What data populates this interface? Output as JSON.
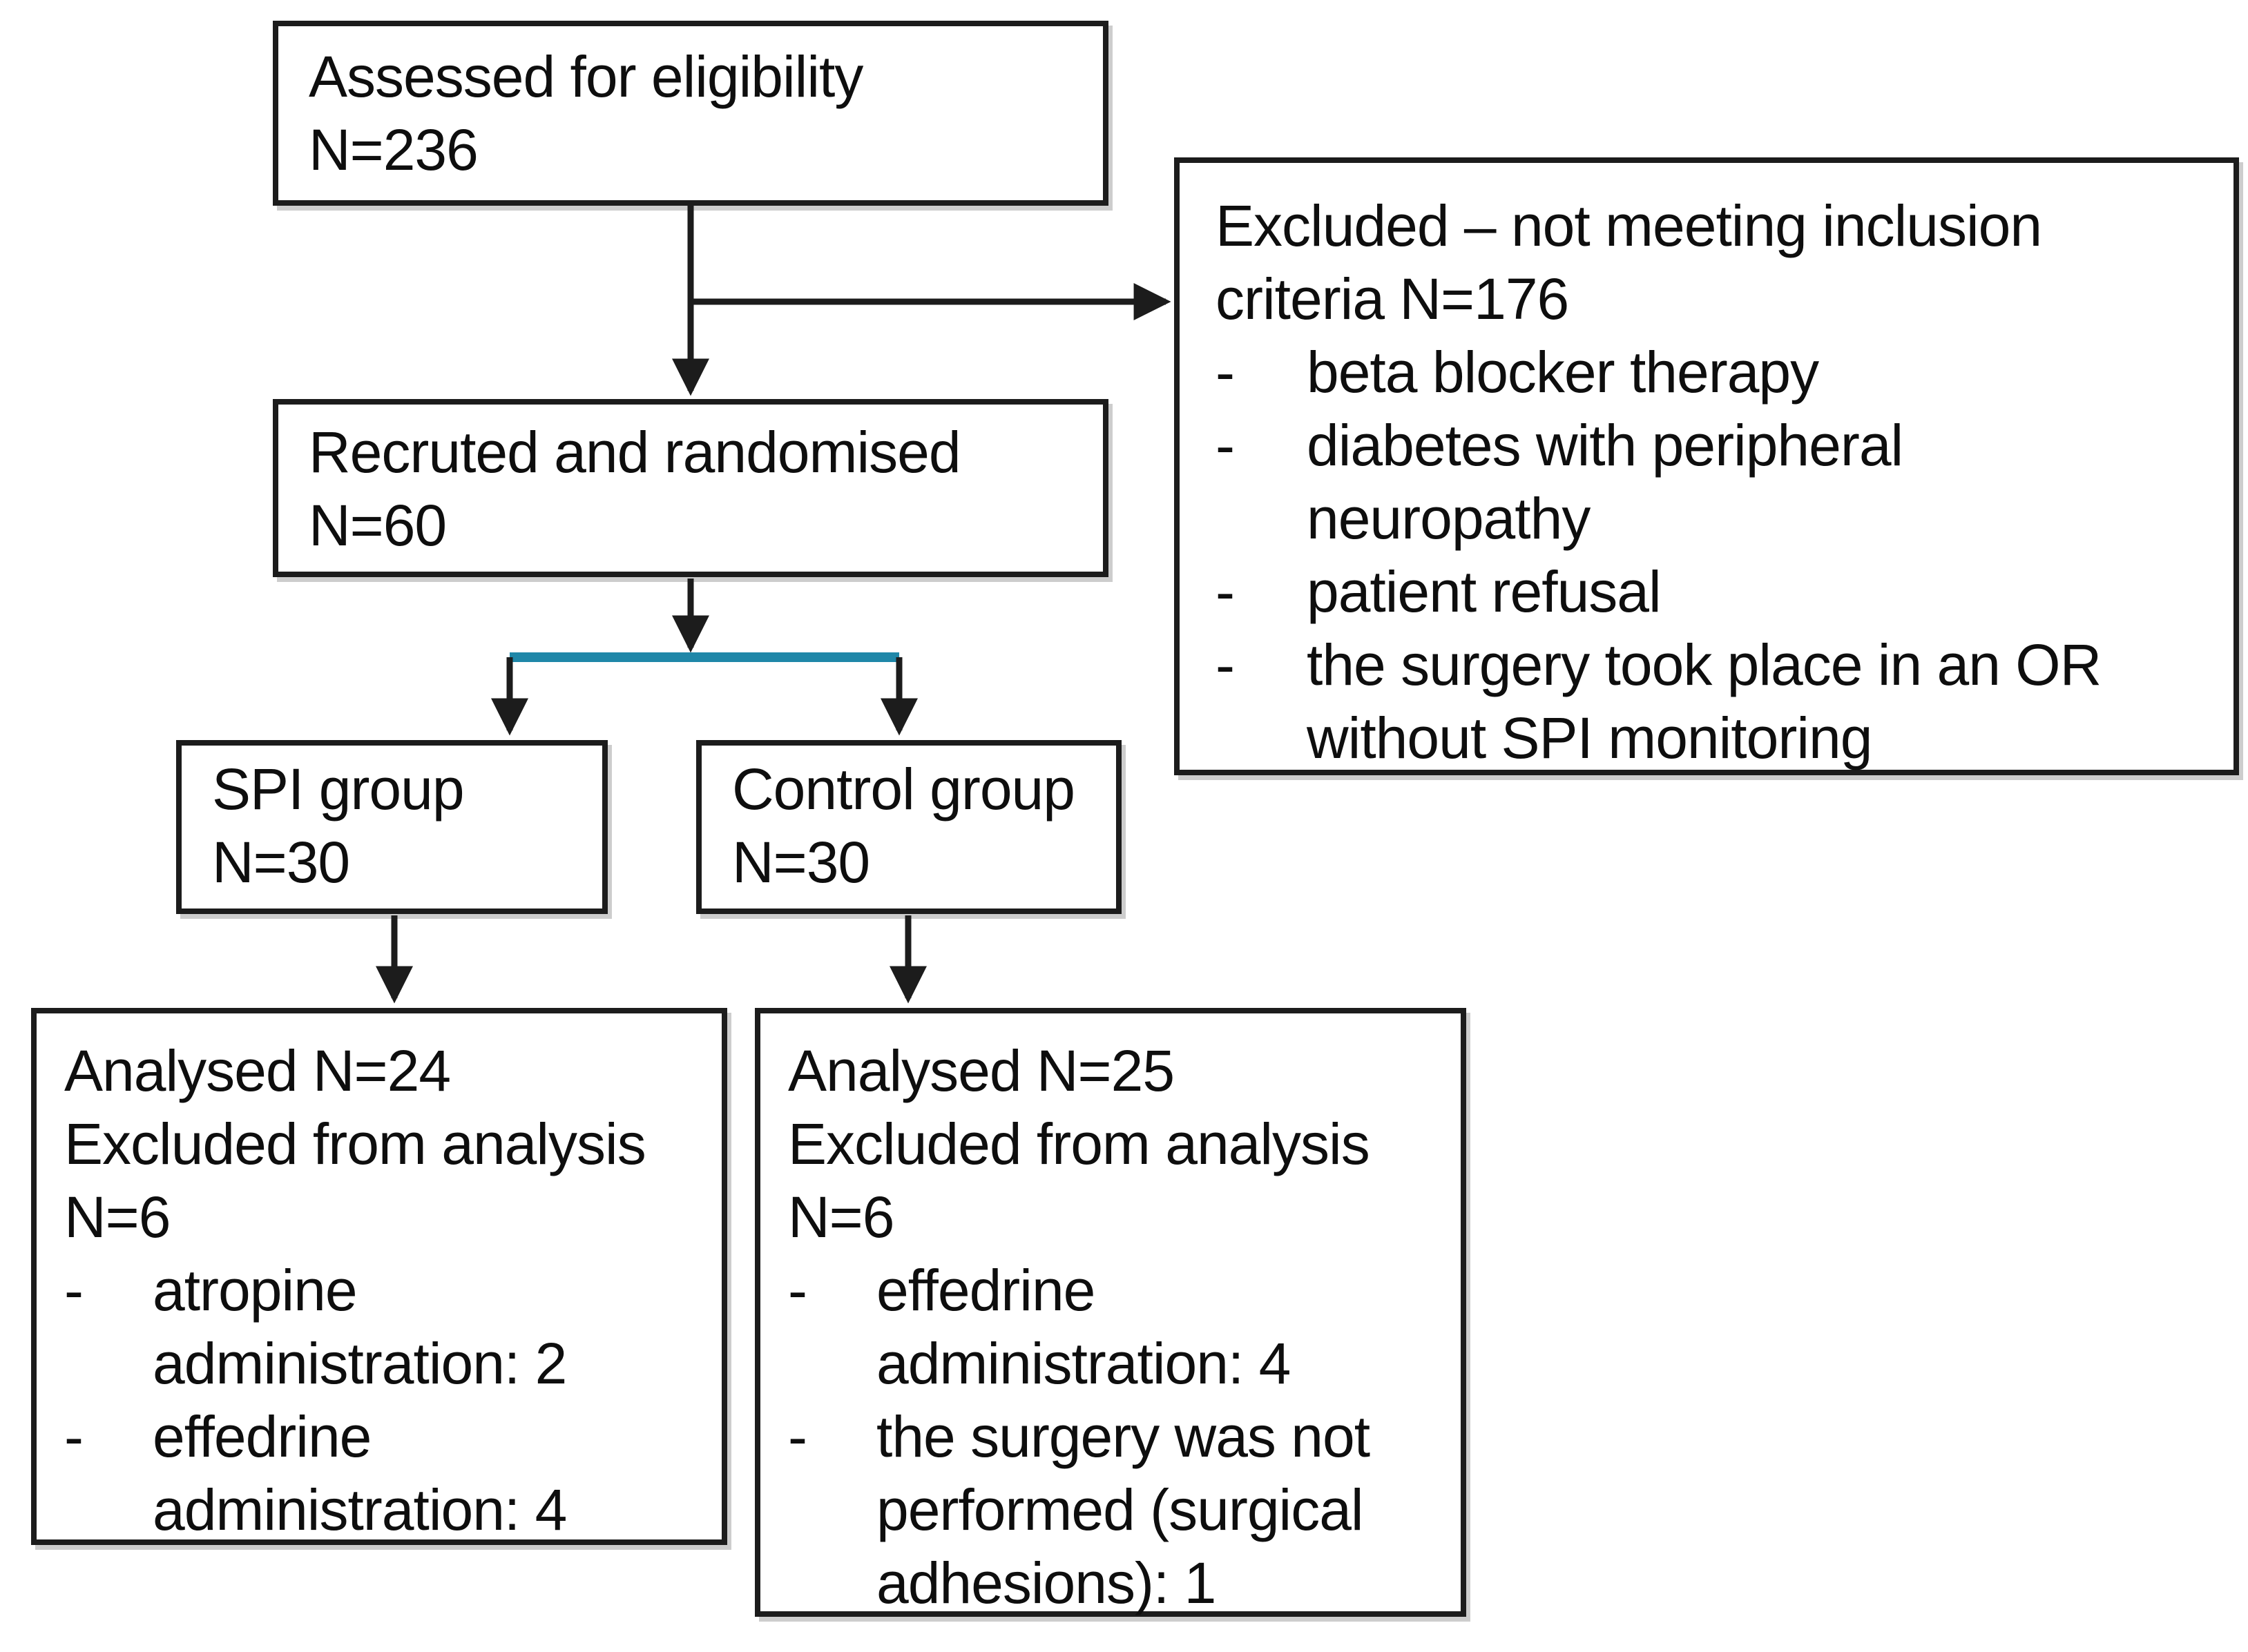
{
  "figure": {
    "kind": "participant-flow-diagram"
  },
  "bullet_marker": "-",
  "colors": {
    "background": "#ffffff",
    "box_border": "#1c1c1c",
    "text": "#0e0e0e",
    "connector": "#1c1c1c",
    "accent_teal": "#1f87a8"
  },
  "boxes": {
    "assessed": {
      "text": "Assessed for eligibility\nN=236"
    },
    "excluded": {
      "intro": "Excluded – not meeting inclusion\ncriteria N=176",
      "bullets": [
        "beta blocker therapy",
        "diabetes with peripheral\nneuropathy",
        "patient refusal",
        "the surgery took place in an OR\nwithout SPI monitoring"
      ]
    },
    "randomised": {
      "text": "Recruted and randomised\nN=60"
    },
    "spi_group": {
      "text": "SPI group\nN=30"
    },
    "control_group": {
      "text": "Control group\nN=30"
    },
    "spi_analysed": {
      "intro": "Analysed N=24\nExcluded from analysis\nN=6",
      "bullets": [
        "atropine\nadministration: 2",
        "effedrine\nadministration: 4"
      ]
    },
    "control_analysed": {
      "intro": "Analysed N=25\nExcluded from analysis\nN=6",
      "bullets": [
        "effedrine\nadministration: 4",
        "the surgery was not\nperformed (surgical\nadhesions): 1"
      ]
    }
  }
}
